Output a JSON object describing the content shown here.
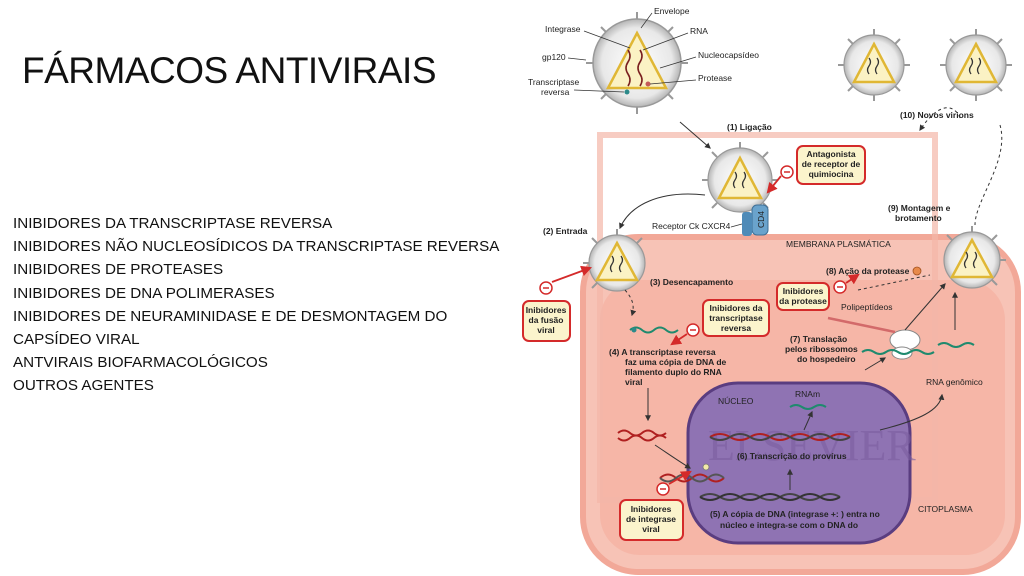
{
  "slide": {
    "title": "FÁRMACOS ANTIVIRAIS",
    "items": [
      "INIBIDORES DA TRANSCRIPTASE REVERSA",
      "INIBIDORES NÃO NUCLEOSÍDICOS DA TRANSCRIPTASE REVERSA",
      "INIBIDORES DE PROTEASES",
      "INIBIDORES DE DNA POLIMERASES",
      "INIBIDORES DE NEURAMINIDASE E DE DESMONTAGEM DO CAPSÍDEO VIRAL",
      "ANTVIRAIS BIOFARMACOLÓGICOS",
      "OUTROS AGENTES"
    ]
  },
  "diagram": {
    "virus_parts": {
      "envelope": "Envelope",
      "integrase": "Integrase",
      "rna": "RNA",
      "gp120": "gp120",
      "nucleocapsid": "Nucleocapsídeo",
      "protease": "Protease",
      "rt_line1": "Transcriptase",
      "rt_line2": "reversa"
    },
    "steps": {
      "s1": "(1) Ligação",
      "s2": "(2) Entrada",
      "s3": "(3) Desencapamento",
      "s4_l1": "(4) A transcriptase reversa",
      "s4_l2": "faz uma cópia de DNA de",
      "s4_l3": "filamento duplo do RNA",
      "s4_l4": "viral",
      "s5_l1": "(5) A cópia de DNA (integrase +: ) entra no",
      "s5_l2": "núcleo e integra-se com o DNA do",
      "s6": "(6) Transcrição do provírus",
      "s7_l1": "(7) Translação",
      "s7_l2": "pelos ribossomos",
      "s7_l3": "do hospedeiro",
      "s8": "(8) Ação da protease",
      "s9_l1": "(9) Montagem e",
      "s9_l2": "brotamento",
      "s10": "(10) Novos virions"
    },
    "labels": {
      "receptor": "Receptor Ck CXCR4",
      "cd4": "CD4",
      "membrane": "MEMBRANA PLASMÁTICA",
      "nucleus": "NÚCLEO",
      "cytoplasm": "CITOPLASMA",
      "mrna": "RNAm",
      "polypeptides": "Polipeptídeos",
      "genomic_rna": "RNA genômico",
      "watermark": "ELSEVIER"
    },
    "inhibitors": {
      "chemokine_l1": "Antagonista",
      "chemokine_l2": "de receptor de",
      "chemokine_l3": "quimiocina",
      "fusion_l1": "Inibidores",
      "fusion_l2": "da fusão",
      "fusion_l3": "viral",
      "rt_l1": "Inibidores da",
      "rt_l2": "transcriptase",
      "rt_l3": "reversa",
      "protease_l1": "Inibidores",
      "protease_l2": "da protease",
      "integrase_l1": "Inibidores",
      "integrase_l2": "de integrase",
      "integrase_l3": "viral"
    },
    "colors": {
      "cell": "#f7c3b6",
      "cell_border": "#f2a898",
      "nucleus": "#8f73b3",
      "nucleus_border": "#5a3d80",
      "inhibitor_border": "#d42a2a",
      "inhibitor_fill": "#fbf4cc",
      "virus_shell": "#bfbfbf"
    }
  }
}
